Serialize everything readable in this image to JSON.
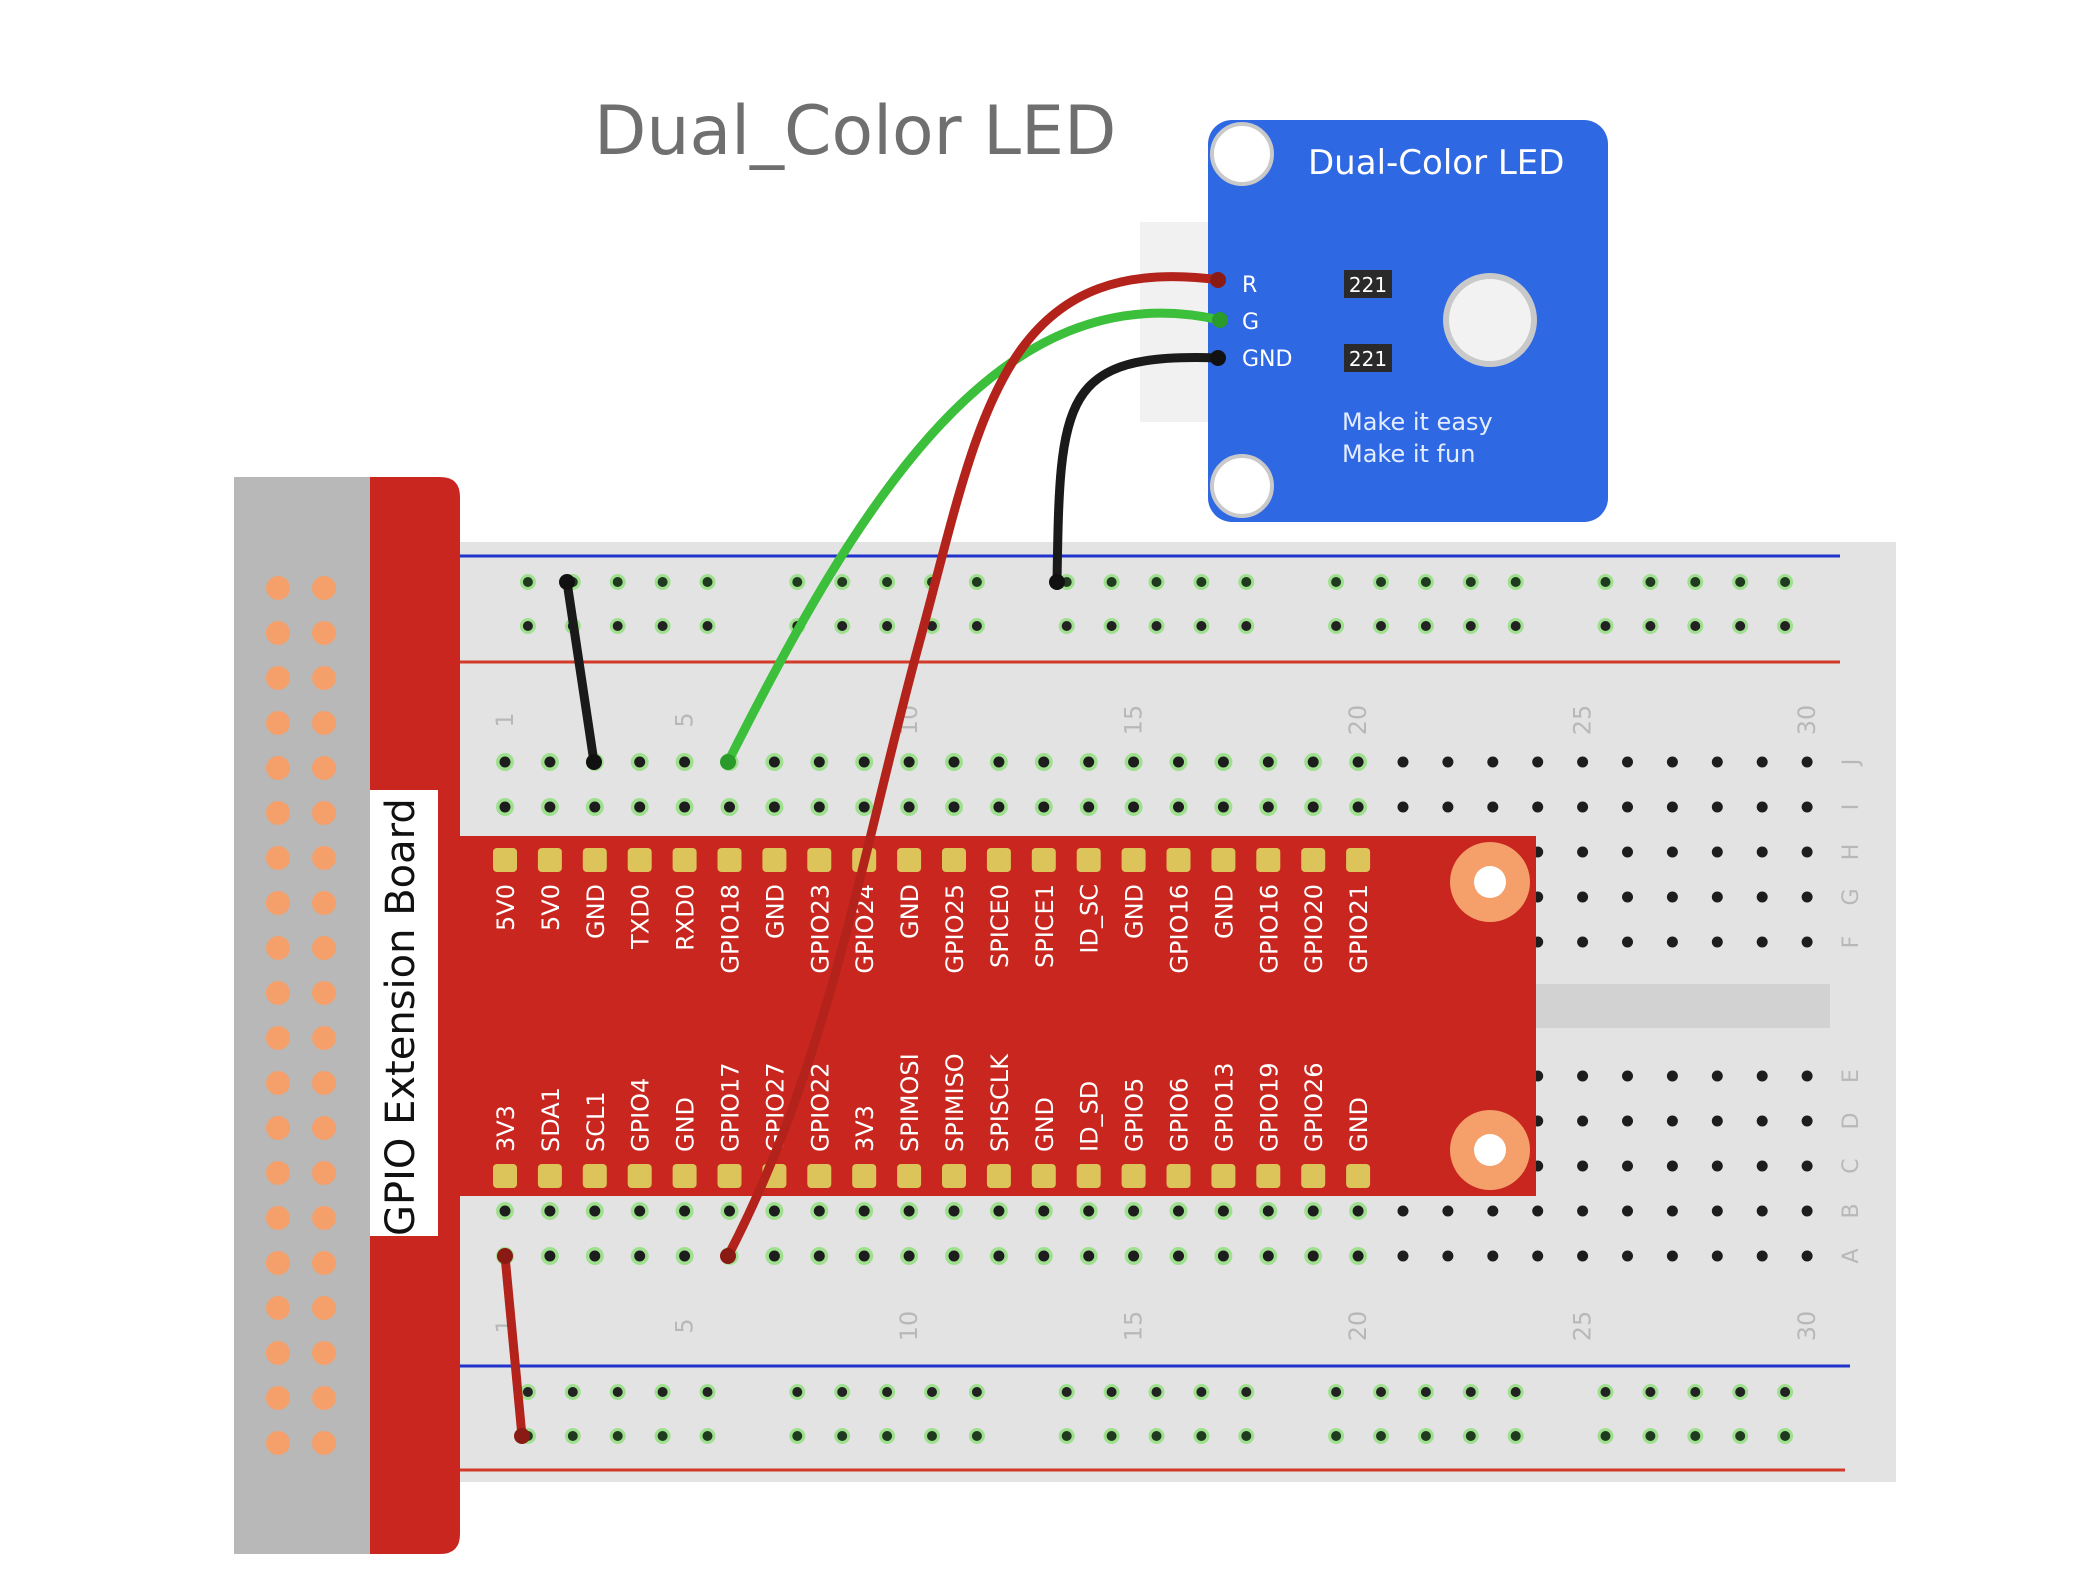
{
  "title": "Dual_Color LED",
  "module": {
    "name": "Dual-Color LED",
    "pins": [
      "R",
      "G",
      "GND"
    ],
    "resistor_label": "221",
    "slogan_line1": "Make it easy",
    "slogan_line2": "Make it fun",
    "color": "#2f68e3"
  },
  "extension_board": {
    "label": "GPIO Extension Board",
    "top_pins": [
      "5V0",
      "5V0",
      "GND",
      "TXD0",
      "RXD0",
      "GPIO18",
      "GND",
      "GPIO23",
      "GPIO24",
      "GND",
      "GPIO25",
      "SPICE0",
      "SPICE1",
      "ID_SC",
      "GND",
      "GPIO16",
      "GND",
      "GPIO16",
      "GPIO20",
      "GPIO21"
    ],
    "bottom_pins": [
      "3V3",
      "SDA1",
      "SCL1",
      "GPIO4",
      "GND",
      "GPIO17",
      "GPIO27",
      "GPIO22",
      "3V3",
      "SPIMOSI",
      "SPIMISO",
      "SPISCLK",
      "GND",
      "ID_SD",
      "GPIO5",
      "GPIO6",
      "GPIO13",
      "GPIO19",
      "GPIO26",
      "GND"
    ],
    "color": "#c8261e"
  },
  "breadboard": {
    "column_numbers": [
      "1",
      "5",
      "10",
      "15",
      "20",
      "25",
      "30"
    ],
    "row_letters_top": [
      "J",
      "I",
      "H",
      "G",
      "F"
    ],
    "row_letters_bottom": [
      "E",
      "D",
      "C",
      "B",
      "A"
    ]
  },
  "wires": [
    {
      "name": "R",
      "color": "#b3231b"
    },
    {
      "name": "G",
      "color": "#3cbf3a"
    },
    {
      "name": "GND",
      "color": "#1a1a1a"
    }
  ]
}
